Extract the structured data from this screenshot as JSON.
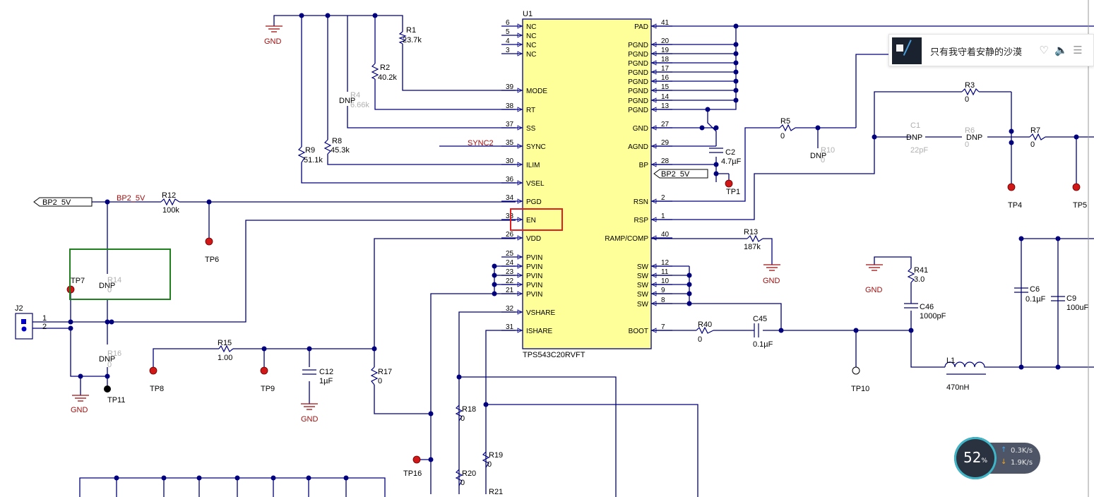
{
  "ic": {
    "ref": "U1",
    "part": "TPS543C20RVFT",
    "left_pins": [
      {
        "num": "6",
        "name": "NC"
      },
      {
        "num": "5",
        "name": "NC"
      },
      {
        "num": "4",
        "name": "NC"
      },
      {
        "num": "3",
        "name": "NC"
      },
      {
        "num": "39",
        "name": "MODE"
      },
      {
        "num": "38",
        "name": "RT"
      },
      {
        "num": "37",
        "name": "SS"
      },
      {
        "num": "35",
        "name": "SYNC"
      },
      {
        "num": "30",
        "name": "ILIM"
      },
      {
        "num": "36",
        "name": "VSEL"
      },
      {
        "num": "34",
        "name": "PGD"
      },
      {
        "num": "33",
        "name": "EN"
      },
      {
        "num": "26",
        "name": "VDD"
      },
      {
        "num": "25",
        "name": "PVIN"
      },
      {
        "num": "24",
        "name": "PVIN"
      },
      {
        "num": "23",
        "name": "PVIN"
      },
      {
        "num": "22",
        "name": "PVIN"
      },
      {
        "num": "21",
        "name": "PVIN"
      },
      {
        "num": "32",
        "name": "VSHARE"
      },
      {
        "num": "31",
        "name": "ISHARE"
      }
    ],
    "right_pins": [
      {
        "num": "41",
        "name": "PAD"
      },
      {
        "num": "20",
        "name": "PGND"
      },
      {
        "num": "19",
        "name": "PGND"
      },
      {
        "num": "18",
        "name": "PGND"
      },
      {
        "num": "17",
        "name": "PGND"
      },
      {
        "num": "16",
        "name": "PGND"
      },
      {
        "num": "15",
        "name": "PGND"
      },
      {
        "num": "14",
        "name": "PGND"
      },
      {
        "num": "13",
        "name": "PGND"
      },
      {
        "num": "27",
        "name": "GND"
      },
      {
        "num": "29",
        "name": "AGND"
      },
      {
        "num": "28",
        "name": "BP"
      },
      {
        "num": "2",
        "name": "RSN"
      },
      {
        "num": "1",
        "name": "RSP"
      },
      {
        "num": "40",
        "name": "RAMP/COMP"
      },
      {
        "num": "12",
        "name": "SW"
      },
      {
        "num": "11",
        "name": "SW"
      },
      {
        "num": "10",
        "name": "SW"
      },
      {
        "num": "9",
        "name": "SW"
      },
      {
        "num": "8",
        "name": "SW"
      },
      {
        "num": "7",
        "name": "BOOT"
      }
    ]
  },
  "labels": {
    "gnd": "GND",
    "dnp": "DNP",
    "sync": "SYNC2",
    "bp2": "BP2_5V",
    "r1": "R1",
    "r1v": "23.7k",
    "r2": "R2",
    "r2v": "40.2k",
    "r4": "R4",
    "r4v": "6.66k",
    "r8": "R8",
    "r8v": "45.3k",
    "r9": "R9",
    "r9v": "51.1k",
    "r12": "R12",
    "r12v": "100k",
    "r14": "R14",
    "r14v": "0",
    "r16": "R16",
    "r16v": "0",
    "r15": "R15",
    "r15v": "1.00",
    "r17": "R17",
    "r17v": "0",
    "r18": "R18",
    "r18v": "0",
    "r19": "R19",
    "r19v": "0",
    "r20": "R20",
    "r20v": "0",
    "r21": "R21",
    "c12": "C12",
    "c12v": "1µF",
    "c2": "C2",
    "c2v": "4.7µF",
    "r3": "R3",
    "r3v": "0",
    "r5": "R5",
    "r5v": "0",
    "r6": "R6",
    "r6v": "0",
    "r7": "R7",
    "r7v": "0",
    "r10": "R10",
    "r10v": "0",
    "c1": "C1",
    "c1v": "22pF",
    "r13": "R13",
    "r13v": "187k",
    "r40": "R40",
    "r40v": "0",
    "c45": "C45",
    "c45v": "0.1µF",
    "r41": "R41",
    "r41v": "3.0",
    "c46": "C46",
    "c46v": "1000pF",
    "c6": "C6",
    "c6v": "0.1µF",
    "c9": "C9",
    "c9v": "100uF",
    "l1": "L1",
    "l1v": "470nH",
    "j2": "J2",
    "j2p1": "1",
    "j2p2": "2",
    "tp1": "TP1",
    "tp4": "TP4",
    "tp5": "TP5",
    "tp6": "TP6",
    "tp7": "TP7",
    "tp8": "TP8",
    "tp9": "TP9",
    "tp10": "TP10",
    "tp11": "TP11",
    "tp16": "TP16"
  },
  "player": {
    "title": "只有我守着安静的沙漠",
    "heart": "♡",
    "volume": "🔈",
    "list": "☰"
  },
  "speed": {
    "percent": "52",
    "unit": "%",
    "up": "0.3K/s",
    "down": "1.9K/s"
  },
  "colors": {
    "wire": "#00007f",
    "ic_fill": "#ffff99",
    "gnd": "#a01010",
    "tp": "#d01818",
    "highlight_red": "#e02020",
    "highlight_green": "#208020"
  }
}
